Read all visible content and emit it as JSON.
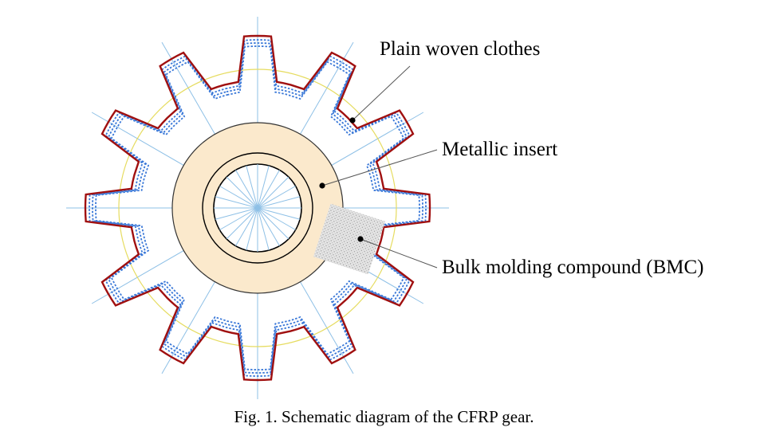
{
  "labels": {
    "woven": "Plain woven clothes",
    "insert": "Metallic insert",
    "bmc": "Bulk molding compound (BMC)"
  },
  "caption": "Fig. 1. Schematic diagram of the CFRP gear.",
  "colors": {
    "gear_outline": "#a01010",
    "fiber_layers": "#3a78d8",
    "pitch_circle": "#e6dc60",
    "center_lines": "#8ec0e6",
    "insert_fill": "#fbe9cc",
    "leader": "#555555"
  },
  "gear": {
    "teeth": 12
  }
}
